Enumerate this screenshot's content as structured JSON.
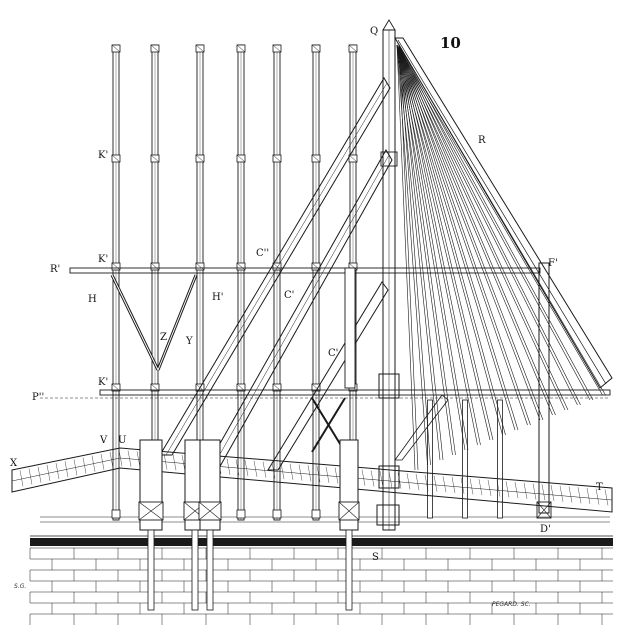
{
  "figure": {
    "number": "10",
    "engraver": "PEGARD. SC.",
    "corner_mark": "S.G."
  },
  "labels": {
    "Q": "Q",
    "R": "R",
    "K1": "K'",
    "K2": "K'",
    "K3": "K'",
    "R1": "R'",
    "H": "H",
    "H1": "H'",
    "Z": "Z",
    "Y": "Y",
    "C1": "C''",
    "C2": "C'",
    "C3": "C'",
    "P1": "P''",
    "F1": "F'",
    "V": "V",
    "U": "U",
    "X": "X",
    "T": "T",
    "D1": "D'",
    "S": "S"
  }
}
